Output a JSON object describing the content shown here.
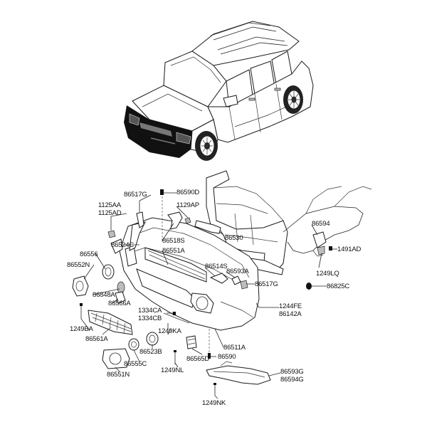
{
  "labels": {
    "l86517G_top": "86517G",
    "l86590D": "86590D",
    "l1125AA": "1125AA",
    "l1125AD": "1125AD",
    "l1129AP": "1129AP",
    "l86594": "86594",
    "l86530": "86530",
    "l86518S": "86518S",
    "l86524C": "86524C",
    "l86551A": "86551A",
    "l1491AD": "1491AD",
    "l86556": "86556",
    "l86552N": "86552N",
    "l86514S": "86514S",
    "l86593A": "86593A",
    "l1249LQ": "1249LQ",
    "l86517G_mid": "86517G",
    "l86825C": "86825C",
    "l86848A": "86848A",
    "l86566A": "86566A",
    "l1244FE": "1244FE",
    "l86142A": "86142A",
    "l1334CA": "1334CA",
    "l1334CB": "1334CB",
    "l1249BA": "1249BA",
    "l1249KA": "1249KA",
    "l86561A": "86561A",
    "l86511A": "86511A",
    "l86523B": "86523B",
    "l86565D": "86565D",
    "l86590": "86590",
    "l86555C": "86555C",
    "l1249NL": "1249NL",
    "l86551N": "86551N",
    "l86593G": "86593G",
    "l86594G": "86594G",
    "l1249NK": "1249NK"
  }
}
